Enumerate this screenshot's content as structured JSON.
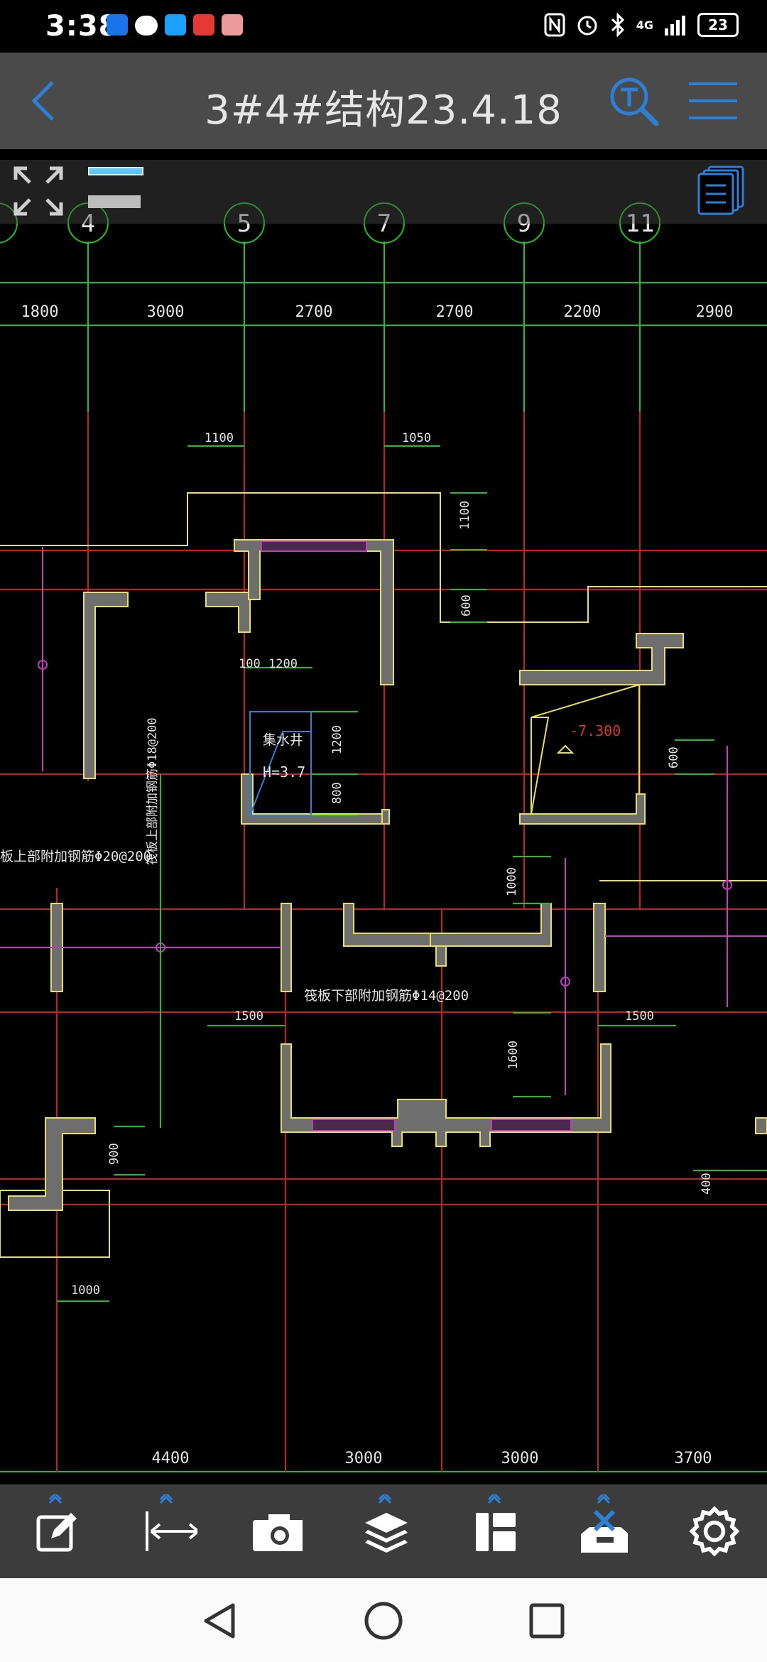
{
  "status_bar": {
    "time": "3:38",
    "battery": "23",
    "network": "4G"
  },
  "title_bar": {
    "title": "3#4#结构23.4.18"
  },
  "drawing": {
    "grid_labels": [
      "4",
      "5",
      "7",
      "9",
      "11"
    ],
    "top_dimensions": [
      "1800",
      "3000",
      "2700",
      "2700",
      "2200",
      "2900"
    ],
    "bottom_dimensions": [
      "4400",
      "3000",
      "3000",
      "3700"
    ],
    "annotations": {
      "dim_1100_a": "1100",
      "dim_1050": "1050",
      "dim_1100_b": "1100",
      "dim_600_a": "600",
      "dim_100": "100",
      "dim_1200_a": "1200",
      "dim_1200_b": "1200",
      "dim_800": "800",
      "sump_label": "集水井",
      "sump_height": "H=3.7",
      "elevation": "-7.300",
      "dim_600_b": "600",
      "rebar_top_vertical": "筏板上部附加钢筋Φ18@200",
      "rebar_top_horizontal": "板上部附加钢筋Φ20@200",
      "dim_1000_a": "1000",
      "rebar_bottom": "筏板下部附加钢筋Φ14@200",
      "dim_1500_a": "1500",
      "dim_1500_b": "1500",
      "dim_1600": "1600",
      "dim_900": "900",
      "dim_400": "400",
      "dim_1000_b": "1000"
    }
  },
  "icons": {
    "back": "back-arrow-icon",
    "search": "text-search-icon",
    "menu": "hamburger-menu-icon",
    "fullscreen": "fullscreen-icon",
    "layouts": "layouts-icon",
    "edit": "edit-icon",
    "measure": "measure-icon",
    "camera": "camera-icon",
    "layers": "layers-icon",
    "panel": "panel-icon",
    "tools": "toolbox-icon",
    "settings": "settings-gear-icon"
  },
  "colors": {
    "accent": "#2e7fd6",
    "grid_green": "#21c121",
    "axis_red": "#c81e1e",
    "wall_yellow": "#e8e05a",
    "magenta": "#c23cc2",
    "title_bar": "#4a4a4a",
    "bottom_bar": "#3c3c3c"
  }
}
